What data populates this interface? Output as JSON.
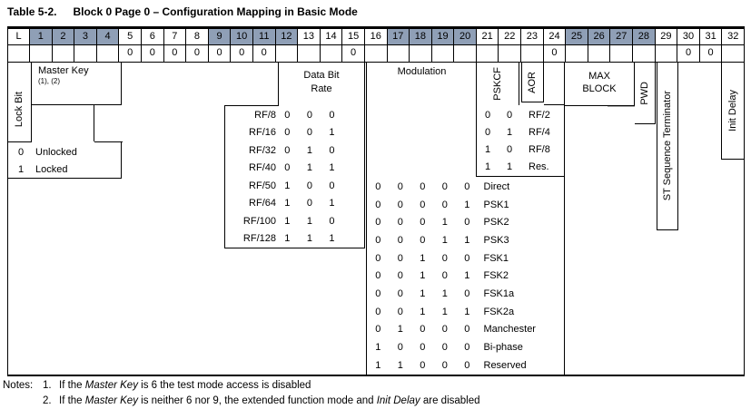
{
  "title": {
    "label": "Table 5-2.",
    "text": "Block 0 Page 0 – Configuration Mapping in Basic Mode"
  },
  "colors": {
    "header_shade": "#8f9fb6",
    "border": "#000000",
    "background": "#ffffff"
  },
  "bit_header": {
    "cells": [
      "L",
      "1",
      "2",
      "3",
      "4",
      "5",
      "6",
      "7",
      "8",
      "9",
      "10",
      "11",
      "12",
      "13",
      "14",
      "15",
      "16",
      "17",
      "18",
      "19",
      "20",
      "21",
      "22",
      "23",
      "24",
      "25",
      "26",
      "27",
      "28",
      "29",
      "30",
      "31",
      "32"
    ]
  },
  "value_row": [
    "",
    "",
    "",
    "",
    "",
    "0",
    "0",
    "0",
    "0",
    "0",
    "0",
    "0",
    "",
    "",
    "",
    "0",
    "",
    "",
    "",
    "",
    "",
    "",
    "",
    "",
    "0",
    "",
    "",
    "",
    "",
    "",
    "0",
    "0",
    ""
  ],
  "lock": {
    "column_label": "Lock Bit",
    "rows": [
      {
        "bit": "0",
        "label": "Unlocked"
      },
      {
        "bit": "1",
        "label": "Locked"
      }
    ]
  },
  "master_key": {
    "label": "Master Key",
    "refs": "(1), (2)"
  },
  "data_bit_rate": {
    "label_line1": "Data Bit",
    "label_line2": "Rate",
    "rows": [
      {
        "label": "RF/8",
        "bits": [
          "0",
          "0",
          "0"
        ]
      },
      {
        "label": "RF/16",
        "bits": [
          "0",
          "0",
          "1"
        ]
      },
      {
        "label": "RF/32",
        "bits": [
          "0",
          "1",
          "0"
        ]
      },
      {
        "label": "RF/40",
        "bits": [
          "0",
          "1",
          "1"
        ]
      },
      {
        "label": "RF/50",
        "bits": [
          "1",
          "0",
          "0"
        ]
      },
      {
        "label": "RF/64",
        "bits": [
          "1",
          "0",
          "1"
        ]
      },
      {
        "label": "RF/100",
        "bits": [
          "1",
          "1",
          "0"
        ]
      },
      {
        "label": "RF/128",
        "bits": [
          "1",
          "1",
          "1"
        ]
      }
    ]
  },
  "modulation": {
    "label": "Modulation",
    "rows": [
      {
        "bits": [
          "0",
          "0",
          "0",
          "0",
          "0"
        ],
        "label": "Direct"
      },
      {
        "bits": [
          "0",
          "0",
          "0",
          "0",
          "1"
        ],
        "label": "PSK1"
      },
      {
        "bits": [
          "0",
          "0",
          "0",
          "1",
          "0"
        ],
        "label": "PSK2"
      },
      {
        "bits": [
          "0",
          "0",
          "0",
          "1",
          "1"
        ],
        "label": "PSK3"
      },
      {
        "bits": [
          "0",
          "0",
          "1",
          "0",
          "0"
        ],
        "label": "FSK1"
      },
      {
        "bits": [
          "0",
          "0",
          "1",
          "0",
          "1"
        ],
        "label": "FSK2"
      },
      {
        "bits": [
          "0",
          "0",
          "1",
          "1",
          "0"
        ],
        "label": "FSK1a"
      },
      {
        "bits": [
          "0",
          "0",
          "1",
          "1",
          "1"
        ],
        "label": "FSK2a"
      },
      {
        "bits": [
          "0",
          "1",
          "0",
          "0",
          "0"
        ],
        "label": "Manchester"
      },
      {
        "bits": [
          "1",
          "0",
          "0",
          "0",
          "0"
        ],
        "label": "Bi-phase"
      },
      {
        "bits": [
          "1",
          "1",
          "0",
          "0",
          "0"
        ],
        "label": "Reserved"
      }
    ]
  },
  "pskcf": {
    "label": "PSKCF",
    "aor_label": "AOR",
    "rows": [
      {
        "bits": [
          "0",
          "0"
        ],
        "label": "RF/2"
      },
      {
        "bits": [
          "0",
          "1"
        ],
        "label": "RF/4"
      },
      {
        "bits": [
          "1",
          "0"
        ],
        "label": "RF/8"
      },
      {
        "bits": [
          "1",
          "1"
        ],
        "label": "Res."
      }
    ]
  },
  "max_block": {
    "line1": "MAX",
    "line2": "BLOCK"
  },
  "pwd": {
    "label": "PWD"
  },
  "st": {
    "label": "ST Sequence Terminator"
  },
  "init_delay": {
    "label": "Init Delay"
  },
  "notes": {
    "label": "Notes:",
    "items": [
      {
        "num": "1.",
        "segments": [
          {
            "text": "If the "
          },
          {
            "text": "Master Key",
            "italic": true
          },
          {
            "text": " is 6 the test mode access is disabled"
          }
        ]
      },
      {
        "num": "2.",
        "segments": [
          {
            "text": "If the "
          },
          {
            "text": "Master Key",
            "italic": true
          },
          {
            "text": " is neither 6 nor 9, the extended function mode and "
          },
          {
            "text": "Init Delay",
            "italic": true
          },
          {
            "text": " are disabled"
          }
        ]
      }
    ]
  }
}
